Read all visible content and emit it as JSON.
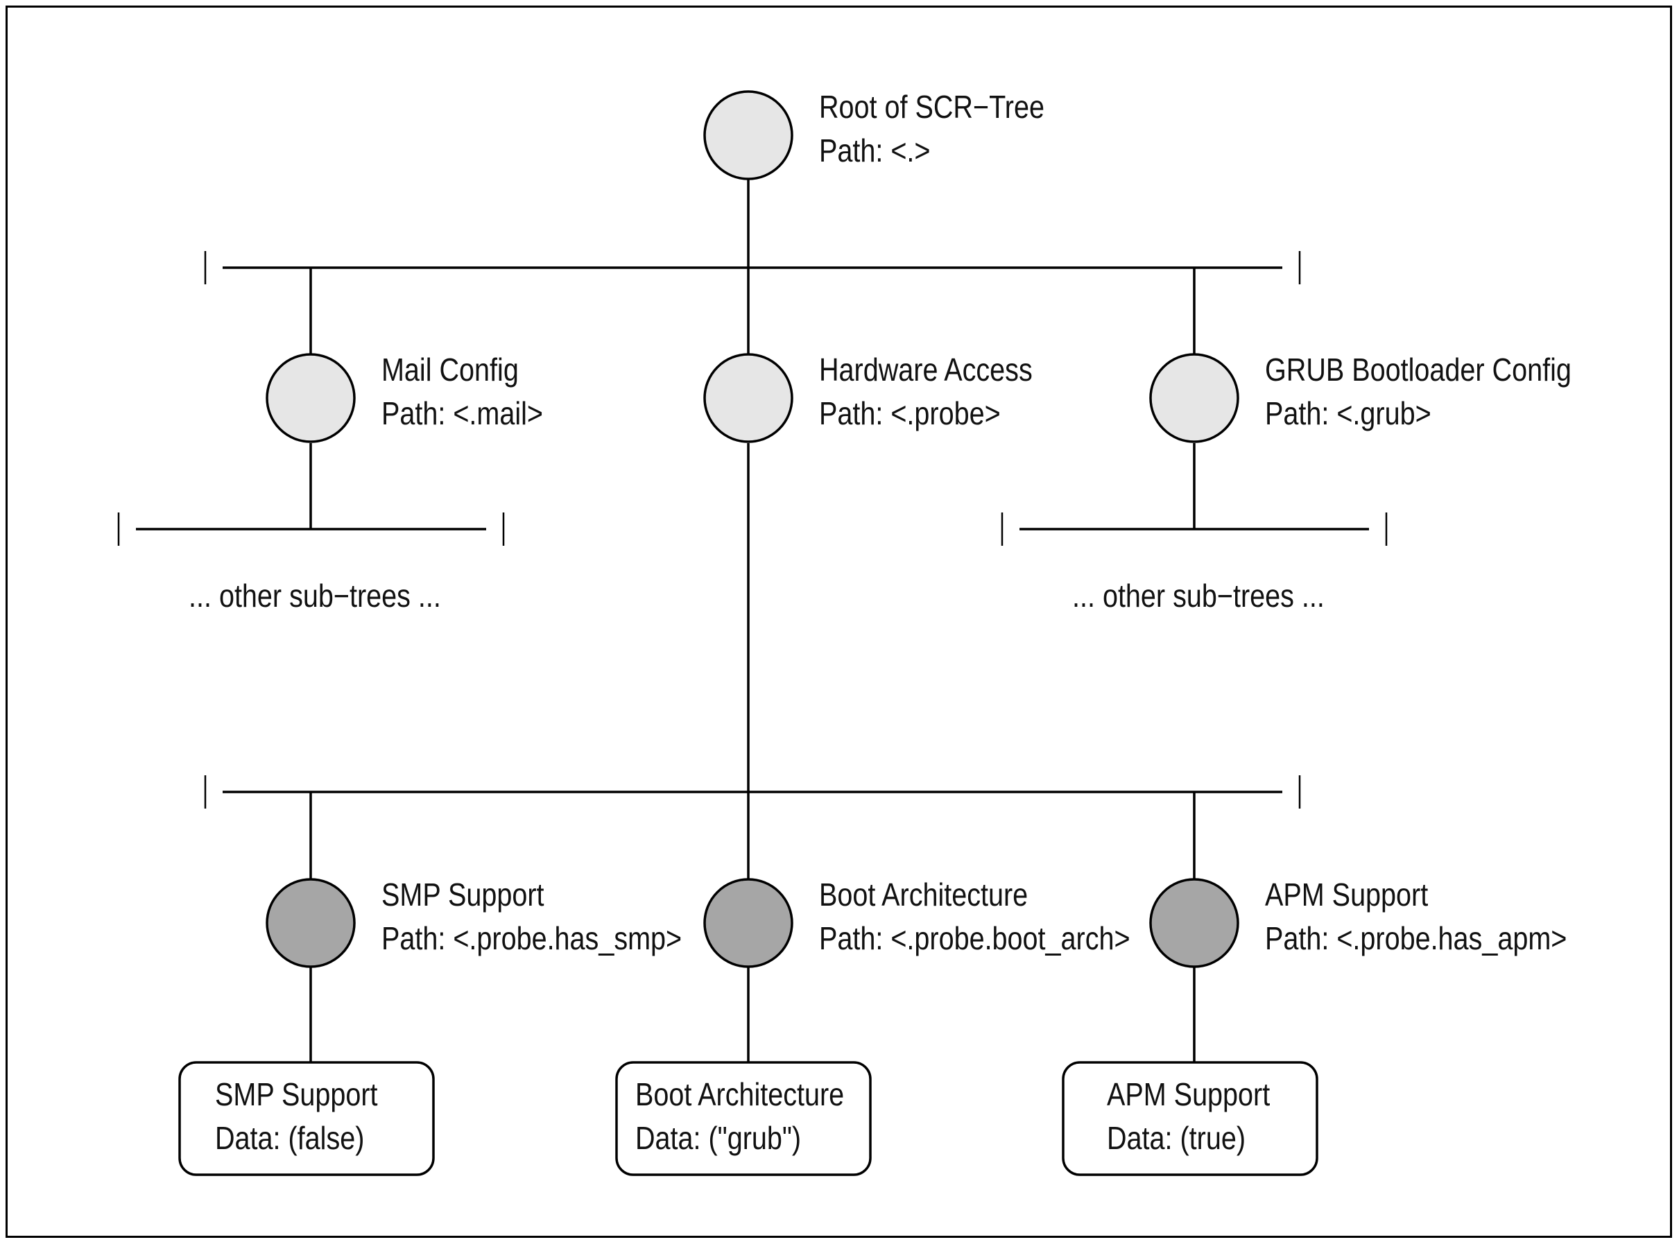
{
  "nodes": {
    "root": {
      "title": "Root of SCR−Tree",
      "path": "Path: <.>"
    },
    "mail": {
      "title": "Mail Config",
      "path": "Path: <.mail>"
    },
    "probe": {
      "title": "Hardware Access",
      "path": "Path: <.probe>"
    },
    "grub": {
      "title": "GRUB Bootloader Config",
      "path": "Path: <.grub>"
    },
    "smp": {
      "title": "SMP Support",
      "path": "Path: <.probe.has_smp>"
    },
    "boot": {
      "title": "Boot Architecture",
      "path": "Path: <.probe.boot_arch>"
    },
    "apm": {
      "title": "APM Support",
      "path": "Path: <.probe.has_apm>"
    }
  },
  "leaves": {
    "smp": {
      "title": "SMP Support",
      "data": "Data: (false)"
    },
    "boot": {
      "title": "Boot Architecture",
      "data": "Data: (\"grub\")"
    },
    "apm": {
      "title": "APM Support",
      "data": "Data: (true)"
    }
  },
  "subtree_notes": {
    "left": "... other sub−trees ...",
    "right": "... other sub−trees ..."
  },
  "colors": {
    "inner_node": "#e6e6e6",
    "leaf_node": "#a6a6a6",
    "line": "#000000"
  }
}
